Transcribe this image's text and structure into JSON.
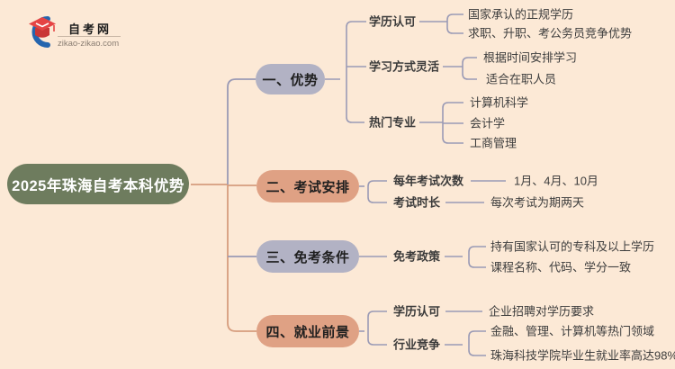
{
  "page": {
    "background": "#fce9d6"
  },
  "logo": {
    "name": "自考网",
    "domain": "zikao-zikao.com",
    "icon": "graduation-cap-icon",
    "cap_color": "#e54444",
    "swoosh_color": "#2565ae"
  },
  "title": {
    "text": "2025年珠海自考本科优势",
    "bg": "#6e7c5e",
    "text_color": "#ffffff"
  },
  "colors": {
    "lavender_node": "#b2b2c4",
    "salmon_node": "#dfa184",
    "line_purple": "#9a9ab5",
    "line_salmon": "#d69d7e",
    "text_dark": "#3b3b3b"
  },
  "branches": [
    {
      "label": "一、优势",
      "style": "lavender",
      "children": [
        {
          "label": "学历认可",
          "leaves": [
            "国家承认的正规学历",
            "求职、升职、考公务员竞争优势"
          ]
        },
        {
          "label": "学习方式灵活",
          "leaves": [
            "根据时间安排学习",
            "适合在职人员"
          ]
        },
        {
          "label": "热门专业",
          "leaves": [
            "计算机科学",
            "会计学",
            "工商管理"
          ]
        }
      ]
    },
    {
      "label": "二、考试安排",
      "style": "salmon",
      "children": [
        {
          "label": "每年考试次数",
          "leaves": [
            "1月、4月、10月"
          ]
        },
        {
          "label": "考试时长",
          "leaves": [
            "每次考试为期两天"
          ]
        }
      ]
    },
    {
      "label": "三、免考条件",
      "style": "lavender",
      "children": [
        {
          "label": "免考政策",
          "leaves": [
            "持有国家认可的专科及以上学历",
            "课程名称、代码、学分一致"
          ]
        }
      ]
    },
    {
      "label": "四、就业前景",
      "style": "salmon",
      "children": [
        {
          "label": "学历认可",
          "leaves": [
            "企业招聘对学历要求"
          ]
        },
        {
          "label": "行业竞争",
          "leaves": [
            "金融、管理、计算机等热门领域",
            "珠海科技学院毕业生就业率高达98%"
          ]
        }
      ]
    }
  ]
}
